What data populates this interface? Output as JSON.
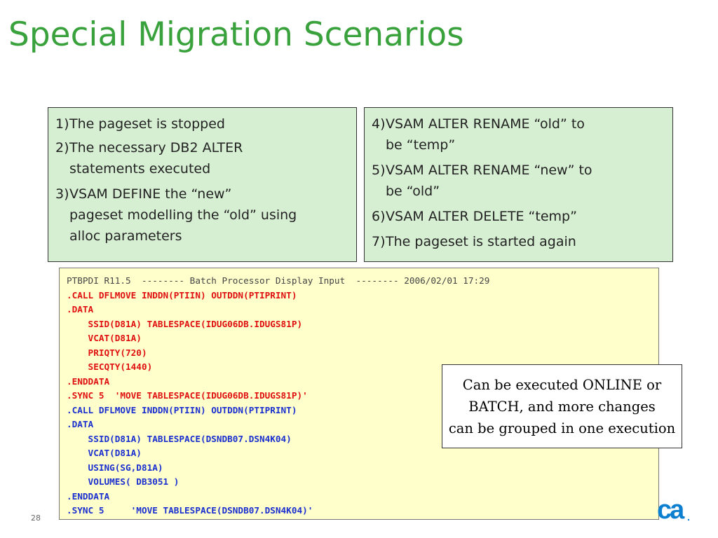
{
  "title": "Special Migration Scenarios",
  "left_box": {
    "items": [
      {
        "num": "1)",
        "lines": [
          "The pageset is stopped"
        ]
      },
      {
        "num": "2)",
        "lines": [
          "The necessary DB2 ALTER",
          "statements executed"
        ]
      },
      {
        "num": "3)",
        "lines": [
          "VSAM DEFINE the “new”",
          "pageset modelling the “old” using",
          "alloc parameters"
        ]
      }
    ]
  },
  "right_box": {
    "items": [
      {
        "num": "4)",
        "lines": [
          "VSAM ALTER RENAME “old” to",
          "be “temp”"
        ]
      },
      {
        "num": "5)",
        "lines": [
          "VSAM ALTER RENAME “new” to",
          "be “old”"
        ]
      },
      {
        "num": "6)",
        "lines": [
          "VSAM ALTER DELETE “temp”"
        ]
      },
      {
        "num": "7)",
        "lines": [
          "The pageset is started again"
        ]
      }
    ]
  },
  "code": {
    "header": "PTBPDI R11.5  -------- Batch Processor Display Input  -------- 2006/02/01 17:29",
    "lines": [
      {
        "text": ".CALL DFLMOVE INDDN(PTIIN) OUTDDN(PTIPRINT)",
        "color": "red"
      },
      {
        "text": ".DATA",
        "color": "red"
      },
      {
        "text": "    SSID(D81A) TABLESPACE(IDUG06DB.IDUGS81P)",
        "color": "red"
      },
      {
        "text": "    VCAT(D81A)",
        "color": "red"
      },
      {
        "text": "    PRIQTY(720)",
        "color": "red"
      },
      {
        "text": "    SECQTY(1440)",
        "color": "red"
      },
      {
        "text": ".ENDDATA",
        "color": "red"
      },
      {
        "text": ".SYNC 5  'MOVE TABLESPACE(IDUG06DB.IDUGS81P)'",
        "color": "red"
      },
      {
        "text": ".CALL DFLMOVE INDDN(PTIIN) OUTDDN(PTIPRINT)",
        "color": "blue"
      },
      {
        "text": ".DATA",
        "color": "blue"
      },
      {
        "text": "    SSID(D81A) TABLESPACE(DSNDB07.DSN4K04)",
        "color": "blue"
      },
      {
        "text": "    VCAT(D81A)",
        "color": "blue"
      },
      {
        "text": "    USING(SG,D81A)",
        "color": "blue"
      },
      {
        "text": "    VOLUMES( DB3051 )",
        "color": "blue"
      },
      {
        "text": ".ENDDATA",
        "color": "blue"
      },
      {
        "text": ".SYNC 5     'MOVE TABLESPACE(DSNDB07.DSN4K04)'",
        "color": "blue"
      }
    ]
  },
  "callout": {
    "lines": [
      "Can be executed ONLINE or",
      "BATCH, and more changes",
      "can be grouped in one execution"
    ]
  },
  "page_number": "28",
  "logo": {
    "text": "ca",
    "color": "#0d7fd1"
  }
}
